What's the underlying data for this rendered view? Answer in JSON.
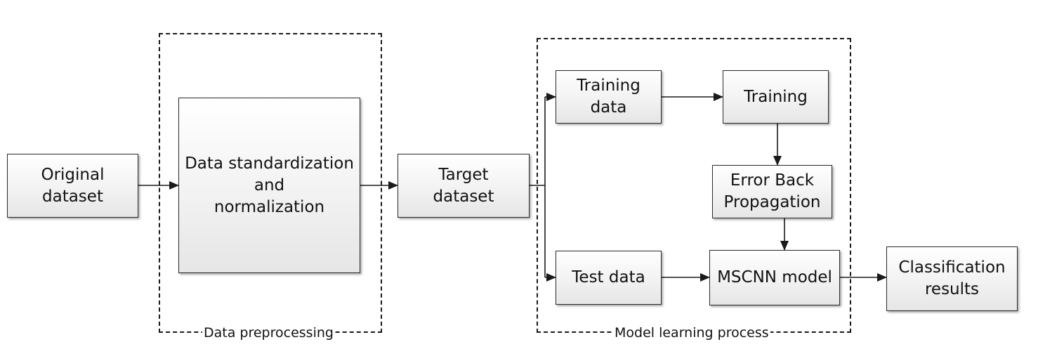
{
  "groups": {
    "preprocessing": {
      "label": "Data preprocessing"
    },
    "model_learning": {
      "label": "Model learning process"
    }
  },
  "nodes": {
    "original_dataset": {
      "label": "Original\ndataset"
    },
    "data_standardization": {
      "label": "Data standardization\nand\nnormalization"
    },
    "target_dataset": {
      "label": "Target\ndataset"
    },
    "training_data": {
      "label": "Training\ndata"
    },
    "training": {
      "label": "Training"
    },
    "error_back_propagation": {
      "label": "Error Back\nPropagation"
    },
    "test_data": {
      "label": "Test data"
    },
    "mscnn_model": {
      "label": "MSCNN model"
    },
    "classification_results": {
      "label": "Classification\nresults"
    }
  },
  "edges": [
    {
      "from": "original_dataset",
      "to": "data_standardization"
    },
    {
      "from": "data_standardization",
      "to": "target_dataset"
    },
    {
      "from": "target_dataset",
      "to": "training_data"
    },
    {
      "from": "target_dataset",
      "to": "test_data"
    },
    {
      "from": "training_data",
      "to": "training"
    },
    {
      "from": "training",
      "to": "error_back_propagation"
    },
    {
      "from": "error_back_propagation",
      "to": "mscnn_model"
    },
    {
      "from": "test_data",
      "to": "mscnn_model"
    },
    {
      "from": "mscnn_model",
      "to": "classification_results"
    }
  ],
  "colors": {
    "line": "#1a1a1a",
    "box_border": "#2b2b2b",
    "text": "#111111"
  }
}
